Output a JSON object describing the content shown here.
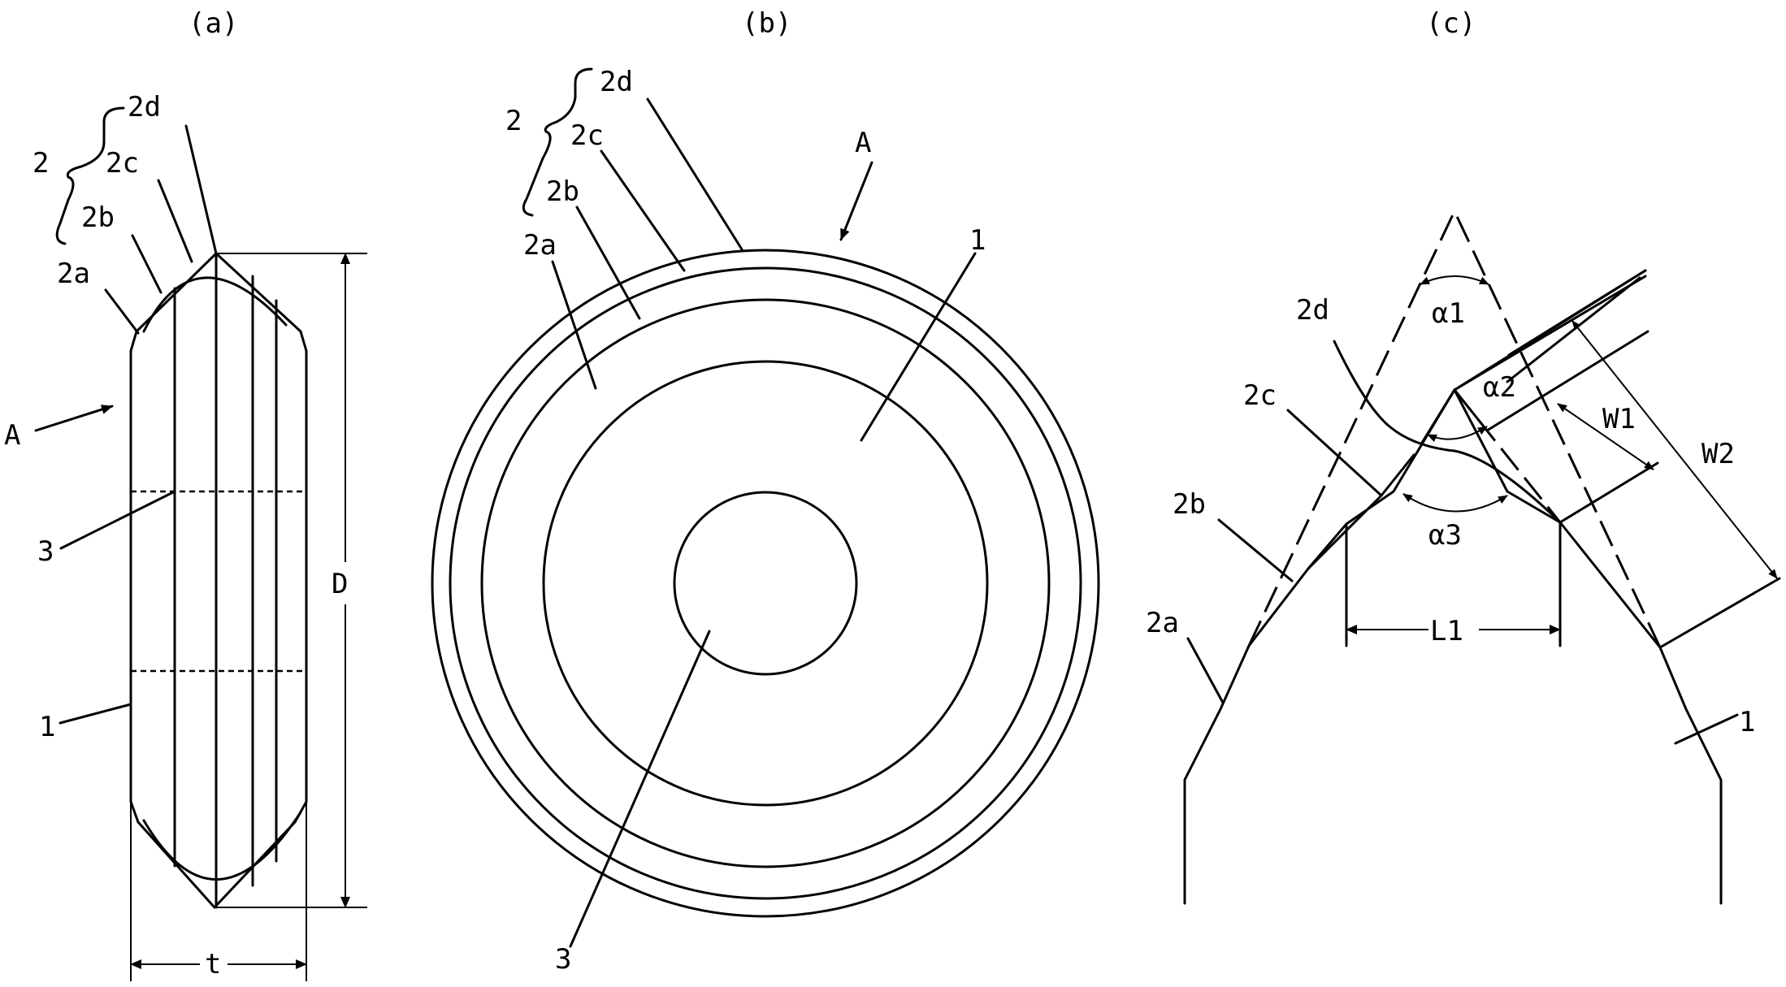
{
  "panels": {
    "a": {
      "caption": "(a)",
      "labels": {
        "group": "2",
        "l2d": "2d",
        "l2c": "2c",
        "l2b": "2b",
        "l2a": "2a",
        "arrow_a": "A",
        "hole": "3",
        "body": "1",
        "diameter": "D",
        "thickness": "t"
      }
    },
    "b": {
      "caption": "(b)",
      "labels": {
        "group": "2",
        "l2d": "2d",
        "l2c": "2c",
        "l2b": "2b",
        "l2a": "2a",
        "arrow_a": "A",
        "body": "1",
        "hole": "3"
      }
    },
    "c": {
      "caption": "(c)",
      "labels": {
        "alpha1": "α1",
        "alpha2": "α2",
        "alpha3": "α3",
        "l2d": "2d",
        "l2c": "2c",
        "l2b": "2b",
        "l2a": "2a",
        "w1": "W1",
        "w2": "W2",
        "l1": "L1",
        "body": "1"
      }
    }
  }
}
